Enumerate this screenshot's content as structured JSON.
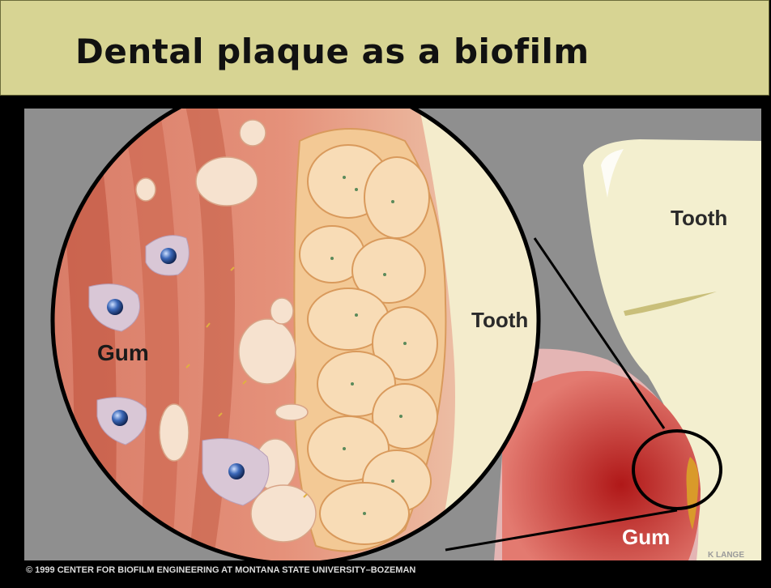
{
  "title": "Dental plaque as a biofilm",
  "labels": {
    "tooth_main": "Tooth",
    "tooth_inset": "Tooth",
    "gum_inset": "Gum",
    "gum_main": "Gum"
  },
  "credits": {
    "artist": "K LANGE",
    "copyright": "© 1999 CENTER FOR BIOFILM ENGINEERING AT MONTANA STATE UNIVERSITY–BOZEMAN"
  },
  "colors": {
    "title_band": "#d7d493",
    "background_gray": "#8c8c8c",
    "gum_red": "#c0302e",
    "tooth_cream": "#f2efcc",
    "plaque_orange": "#f0c08a",
    "cell_blue": "#1d3a7a"
  }
}
